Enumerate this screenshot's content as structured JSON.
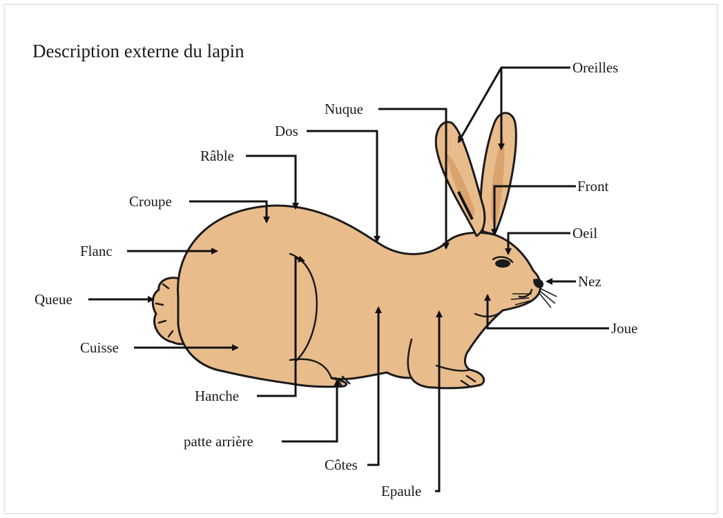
{
  "title": "Description externe du lapin",
  "colors": {
    "body_fill": "#e9bc8c",
    "ear_inner": "#d9a26e",
    "line": "#111111"
  },
  "labels": {
    "oreilles": "Oreilles",
    "nuque": "Nuque",
    "dos": "Dos",
    "rable": "Râble",
    "croupe": "Croupe",
    "flanc": "Flanc",
    "queue": "Queue",
    "cuisse": "Cuisse",
    "hanche": "Hanche",
    "patte_arriere": "patte arrière",
    "cotes": "Côtes",
    "epaule": "Epaule",
    "front": "Front",
    "oeil": "Oeil",
    "nez": "Nez",
    "joue": "Joue"
  }
}
